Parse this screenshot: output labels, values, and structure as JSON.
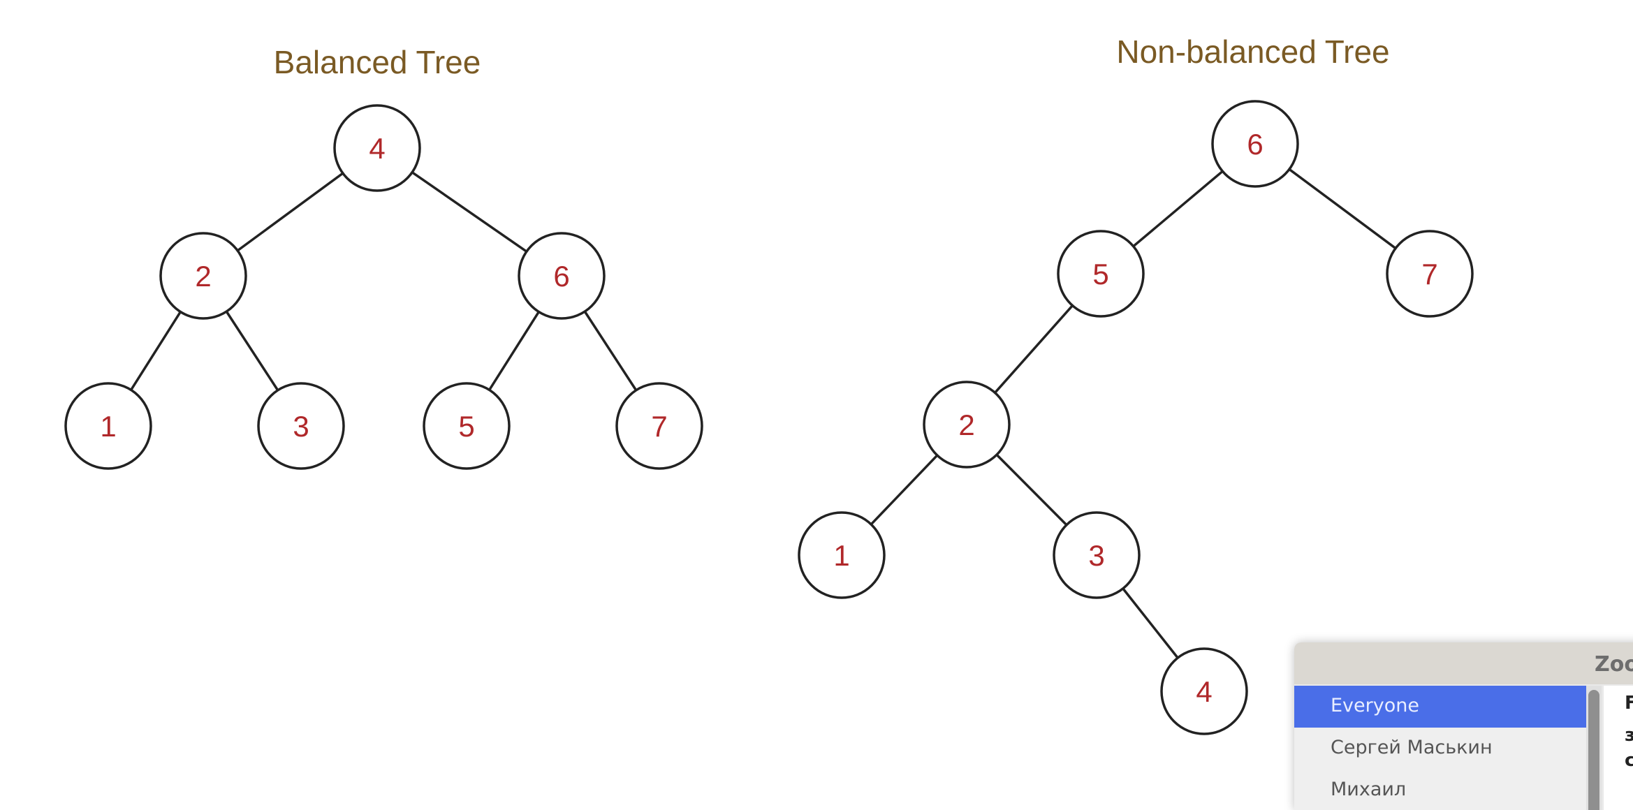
{
  "diagrams": [
    {
      "title": "Balanced Tree",
      "nodes": [
        "4",
        "2",
        "6",
        "1",
        "3",
        "5",
        "7"
      ],
      "edges": [
        [
          "4",
          "2"
        ],
        [
          "4",
          "6"
        ],
        [
          "2",
          "1"
        ],
        [
          "2",
          "3"
        ],
        [
          "6",
          "5"
        ],
        [
          "6",
          "7"
        ]
      ]
    },
    {
      "title": "Non-balanced Tree",
      "nodes": [
        "6",
        "5",
        "7",
        "2",
        "1",
        "3",
        "4"
      ],
      "edges": [
        [
          "6",
          "5"
        ],
        [
          "6",
          "7"
        ],
        [
          "5",
          "2"
        ],
        [
          "2",
          "1"
        ],
        [
          "2",
          "3"
        ],
        [
          "3",
          "4"
        ]
      ]
    }
  ],
  "colors": {
    "title": "#7a5a24",
    "node_label": "#b0282a",
    "stroke": "#222222",
    "selection": "#4a6ee8"
  },
  "zoom_window": {
    "title": "Zoo",
    "participants": [
      "Everyone",
      "Сергей Маськин",
      "Михаил"
    ],
    "selected": "Everyone",
    "pane_lines": [
      "F",
      "з",
      "c"
    ]
  }
}
